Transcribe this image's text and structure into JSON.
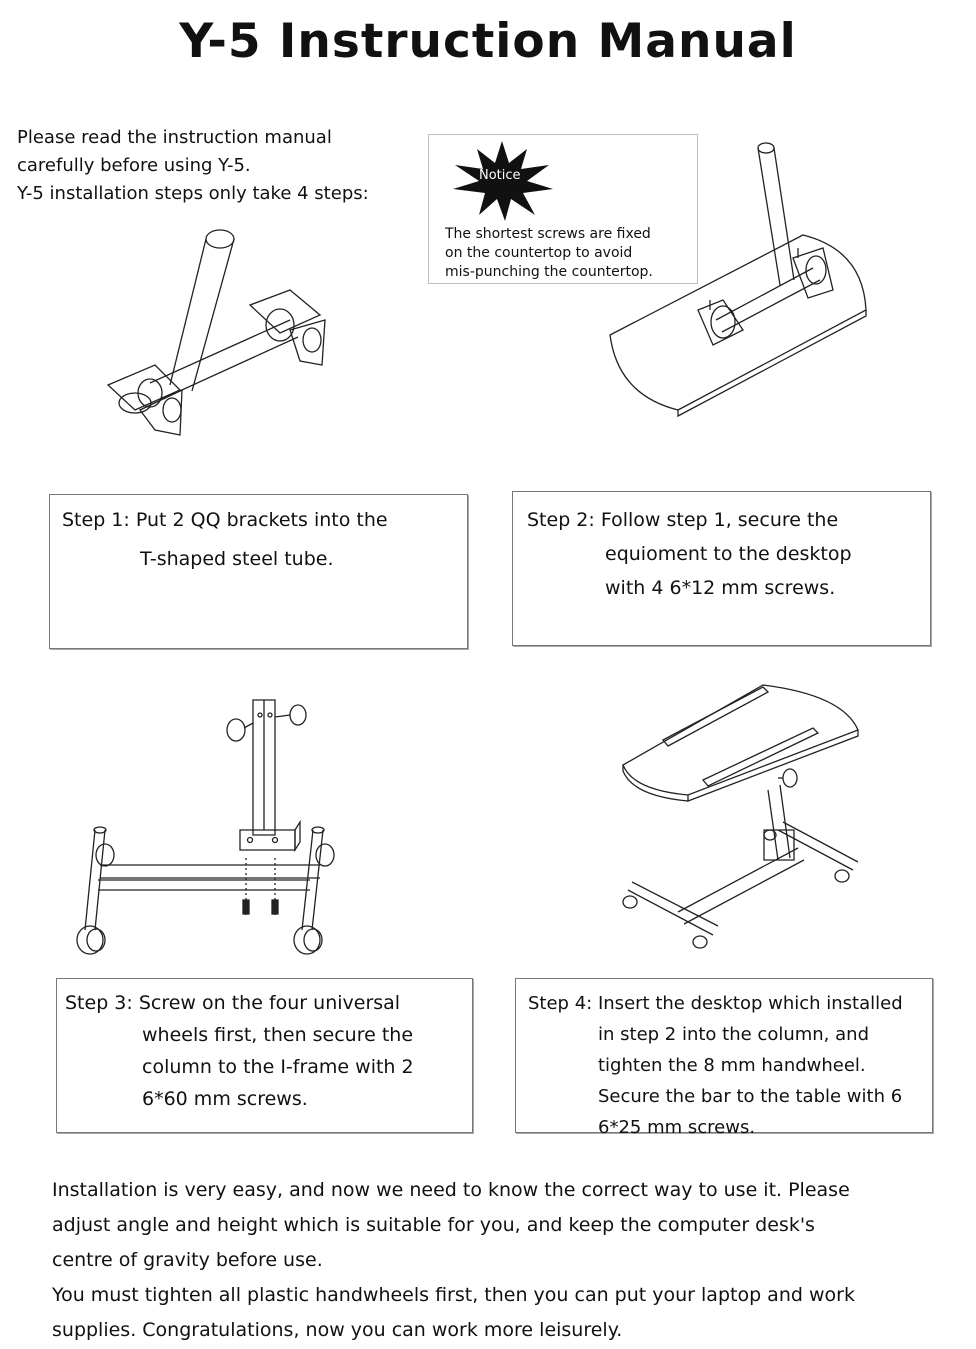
{
  "title": "Y-5 Instruction Manual",
  "intro": [
    "Please read the instruction manual",
    "carefully before using Y-5.",
    "Y-5 installation steps only take 4 steps:"
  ],
  "notice": {
    "badge": "Notice",
    "lines": [
      "The shortest screws are fixed",
      "on the countertop to avoid",
      "mis-punching the countertop."
    ]
  },
  "steps": [
    {
      "label": "Step 1:",
      "first": "Put 2 QQ brackets into the",
      "rest": [
        "T-shaped steel tube."
      ]
    },
    {
      "label": "Step 2:",
      "first": "Follow step 1, secure the",
      "rest": [
        "equioment to the desktop",
        "with 4  6*12 mm screws."
      ]
    },
    {
      "label": "Step 3:",
      "first": "Screw on the four universal",
      "rest": [
        "wheels first, then secure the",
        "column to the I-frame with 2",
        "6*60 mm screws."
      ]
    },
    {
      "label": "Step 4:",
      "first": "Insert the desktop which installed",
      "rest": [
        "in step 2 into the column, and",
        "tighten the 8 mm handwheel.",
        "Secure the bar to the table with 6",
        "6*25 mm screws."
      ]
    }
  ],
  "outro": [
    "Installation is very easy, and now we need to know the correct way to use it. Please",
    "adjust angle and height which is suitable for you, and keep the computer desk's",
    "centre of gravity before use.",
    "You must tighten all plastic handwheels first, then you can put your laptop and work",
    "supplies. Congratulations, now you can work more leisurely."
  ]
}
